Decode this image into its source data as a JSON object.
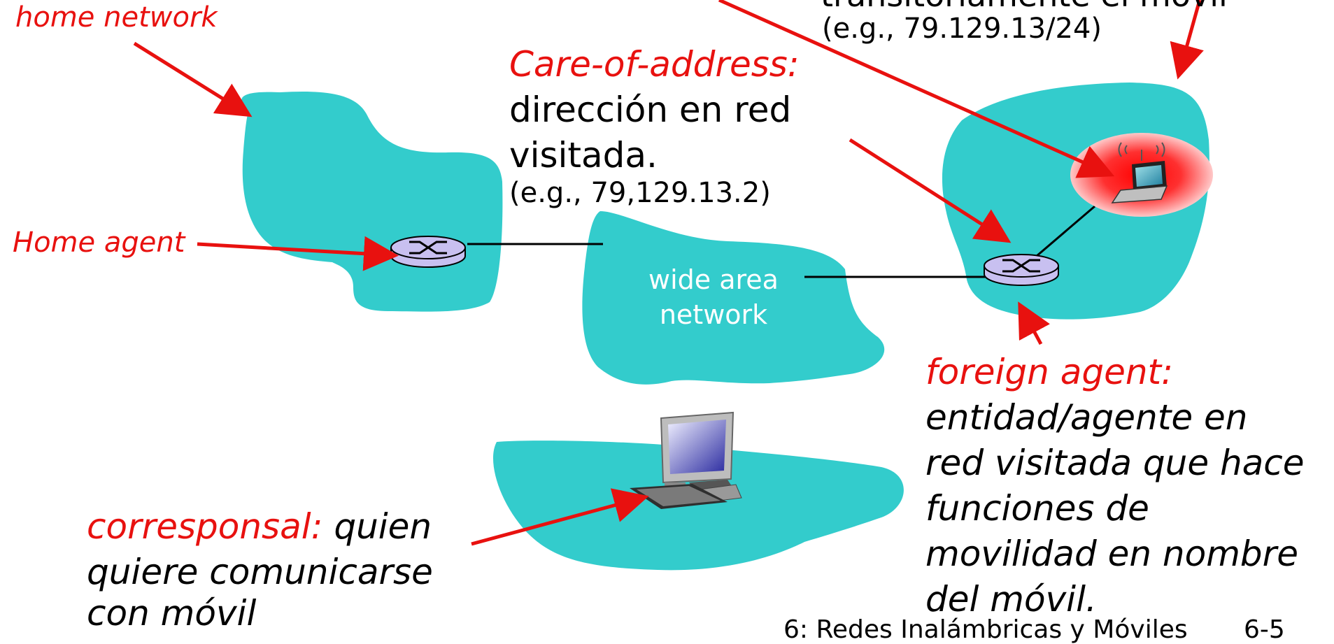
{
  "colors": {
    "network_fill": "#33cccc",
    "label_red": "#e8110f",
    "arrow_red": "#e8110f",
    "router_fill": "#c8c0f0",
    "line_black": "#000000"
  },
  "icons": {
    "router": "router-icon",
    "laptop": "laptop-icon",
    "desktop": "desktop-computer-icon"
  },
  "labels": {
    "home_network": "home network",
    "top_right_partial": "transitoriamente el móvil",
    "top_right_example": "(e.g., 79.129.13/24)",
    "care_of_title": "Care-of-address:",
    "care_of_line1": "dirección en red",
    "care_of_line2": "visitada.",
    "care_of_example": "(e.g., 79,129.13.2)",
    "home_agent": "Home agent",
    "wan_line1": "wide area",
    "wan_line2": "network",
    "foreign_agent_title": "foreign agent:",
    "foreign_agent_line1": "entidad/agente en",
    "foreign_agent_line2": "red visitada que hace",
    "foreign_agent_line3": "funciones de",
    "foreign_agent_line4": "movilidad en nombre",
    "foreign_agent_line5": "del móvil.",
    "correspondent_title": "corresponsal:",
    "correspondent_line1_rest": " quien",
    "correspondent_line2": "quiere comunicarse",
    "correspondent_line3": "con móvil",
    "footer": "6: Redes Inalámbricas y Móviles",
    "page_number": "6-5"
  }
}
